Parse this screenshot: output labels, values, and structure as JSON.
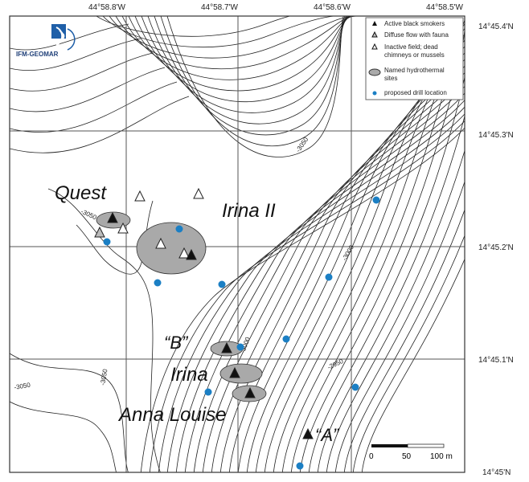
{
  "axes": {
    "top": [
      "44°58.8'W",
      "44°58.7'W",
      "44°58.6'W",
      "44°58.5'W"
    ],
    "right": [
      "14°45.4'N",
      "14°45.3'N",
      "14°45.2'N",
      "14°45.1'N",
      "14°45'N"
    ]
  },
  "logo": {
    "text": "IFM-GEOMAR"
  },
  "legend": {
    "items": [
      {
        "icon": "black-triangle",
        "label": "Active black smokers"
      },
      {
        "icon": "gray-triangle",
        "label": "Diffuse flow with fauna"
      },
      {
        "icon": "white-triangle",
        "label": "Inactive field; dead",
        "label2": "chimneys or mussels"
      },
      {
        "icon": "gray-ellipse",
        "label": "Named hydrothermal",
        "label2": "sites"
      },
      {
        "icon": "blue-dot",
        "label": "proposed drill location"
      }
    ]
  },
  "sites": [
    "Quest",
    "Irina II",
    "“B”",
    "Irina",
    "Anna Louise",
    "“A”"
  ],
  "contour_labels": [
    "-3050",
    "-3050",
    "-3000",
    "-2950",
    "-3050",
    "-3050",
    "-3000"
  ],
  "scale_bar": {
    "ticks": [
      "0",
      "50",
      "100 m"
    ]
  },
  "colors": {
    "drill": "#1b7fc4",
    "site_fill": "#a9a9a9",
    "grid": "#555555"
  }
}
